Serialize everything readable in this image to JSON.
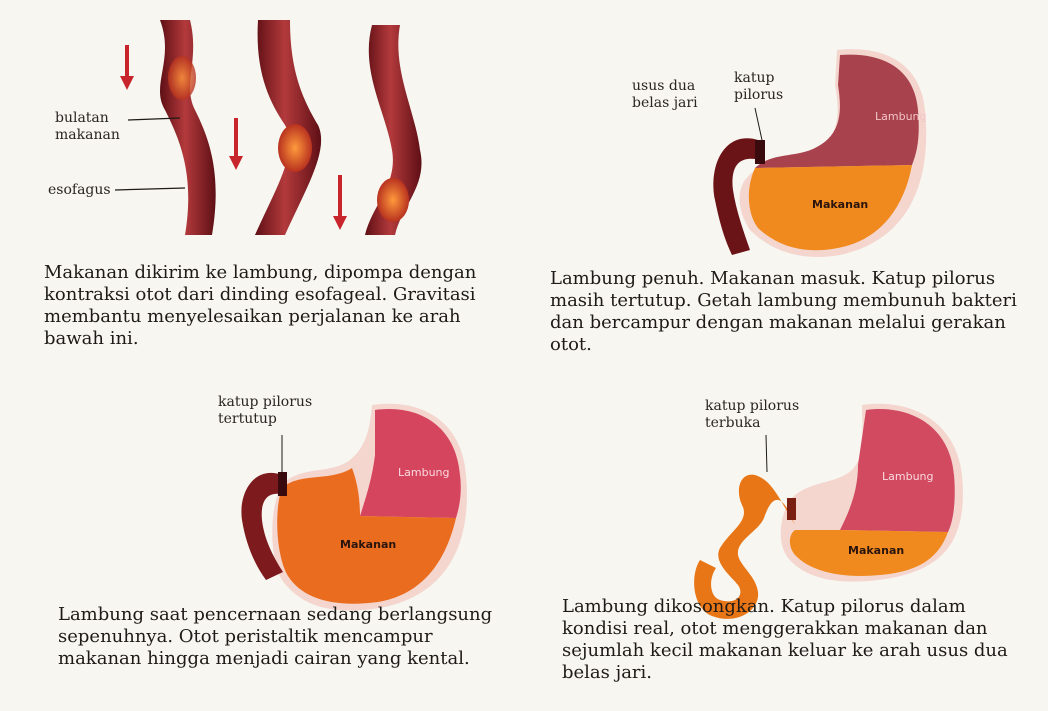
{
  "panels": [
    {
      "id": "esophagus",
      "labels": {
        "bolus": "bulatan\nmakanan",
        "esophagus": "esofagus"
      },
      "caption": "Makanan dikirim ke lambung, dipompa dengan kontraksi otot dari dinding esofageal. Gravitasi membantu menyelesaikan perjalanan ke arah bawah ini."
    },
    {
      "id": "stomach-full",
      "labels": {
        "duodenum": "usus dua\nbelas jari",
        "pylorus": "katup\npilorus",
        "stomach": "Lambung",
        "food": "Makanan"
      },
      "caption": "Lambung penuh. Makanan masuk. Katup pilorus masih tertutup. Getah lambung membunuh bakteri dan bercampur dengan makanan melalui gerakan otot."
    },
    {
      "id": "stomach-digesting",
      "labels": {
        "pylorus": "katup pilorus\ntertutup",
        "stomach": "Lambung",
        "food": "Makanan"
      },
      "caption": "Lambung saat pencernaan sedang berlangsung sepenuhnya. Otot peristaltik mencampur makanan hingga menjadi cairan yang kental."
    },
    {
      "id": "stomach-emptying",
      "labels": {
        "pylorus": "katup pilorus\nterbuka",
        "stomach": "Lambung",
        "food": "Makanan"
      },
      "caption": "Lambung dikosongkan. Katup pilorus dalam kondisi real, otot menggerakkan makanan dan sejumlah kecil makanan keluar ke arah usus dua belas jari."
    }
  ],
  "colors": {
    "esophagus": "#8e1b22",
    "stomach_upper": "#a8424d",
    "stomach_pink": "#d6455e",
    "food": "#f08a1e",
    "food_dark": "#e0521f",
    "arrow": "#c8242c",
    "outline": "#f3c9c0"
  }
}
